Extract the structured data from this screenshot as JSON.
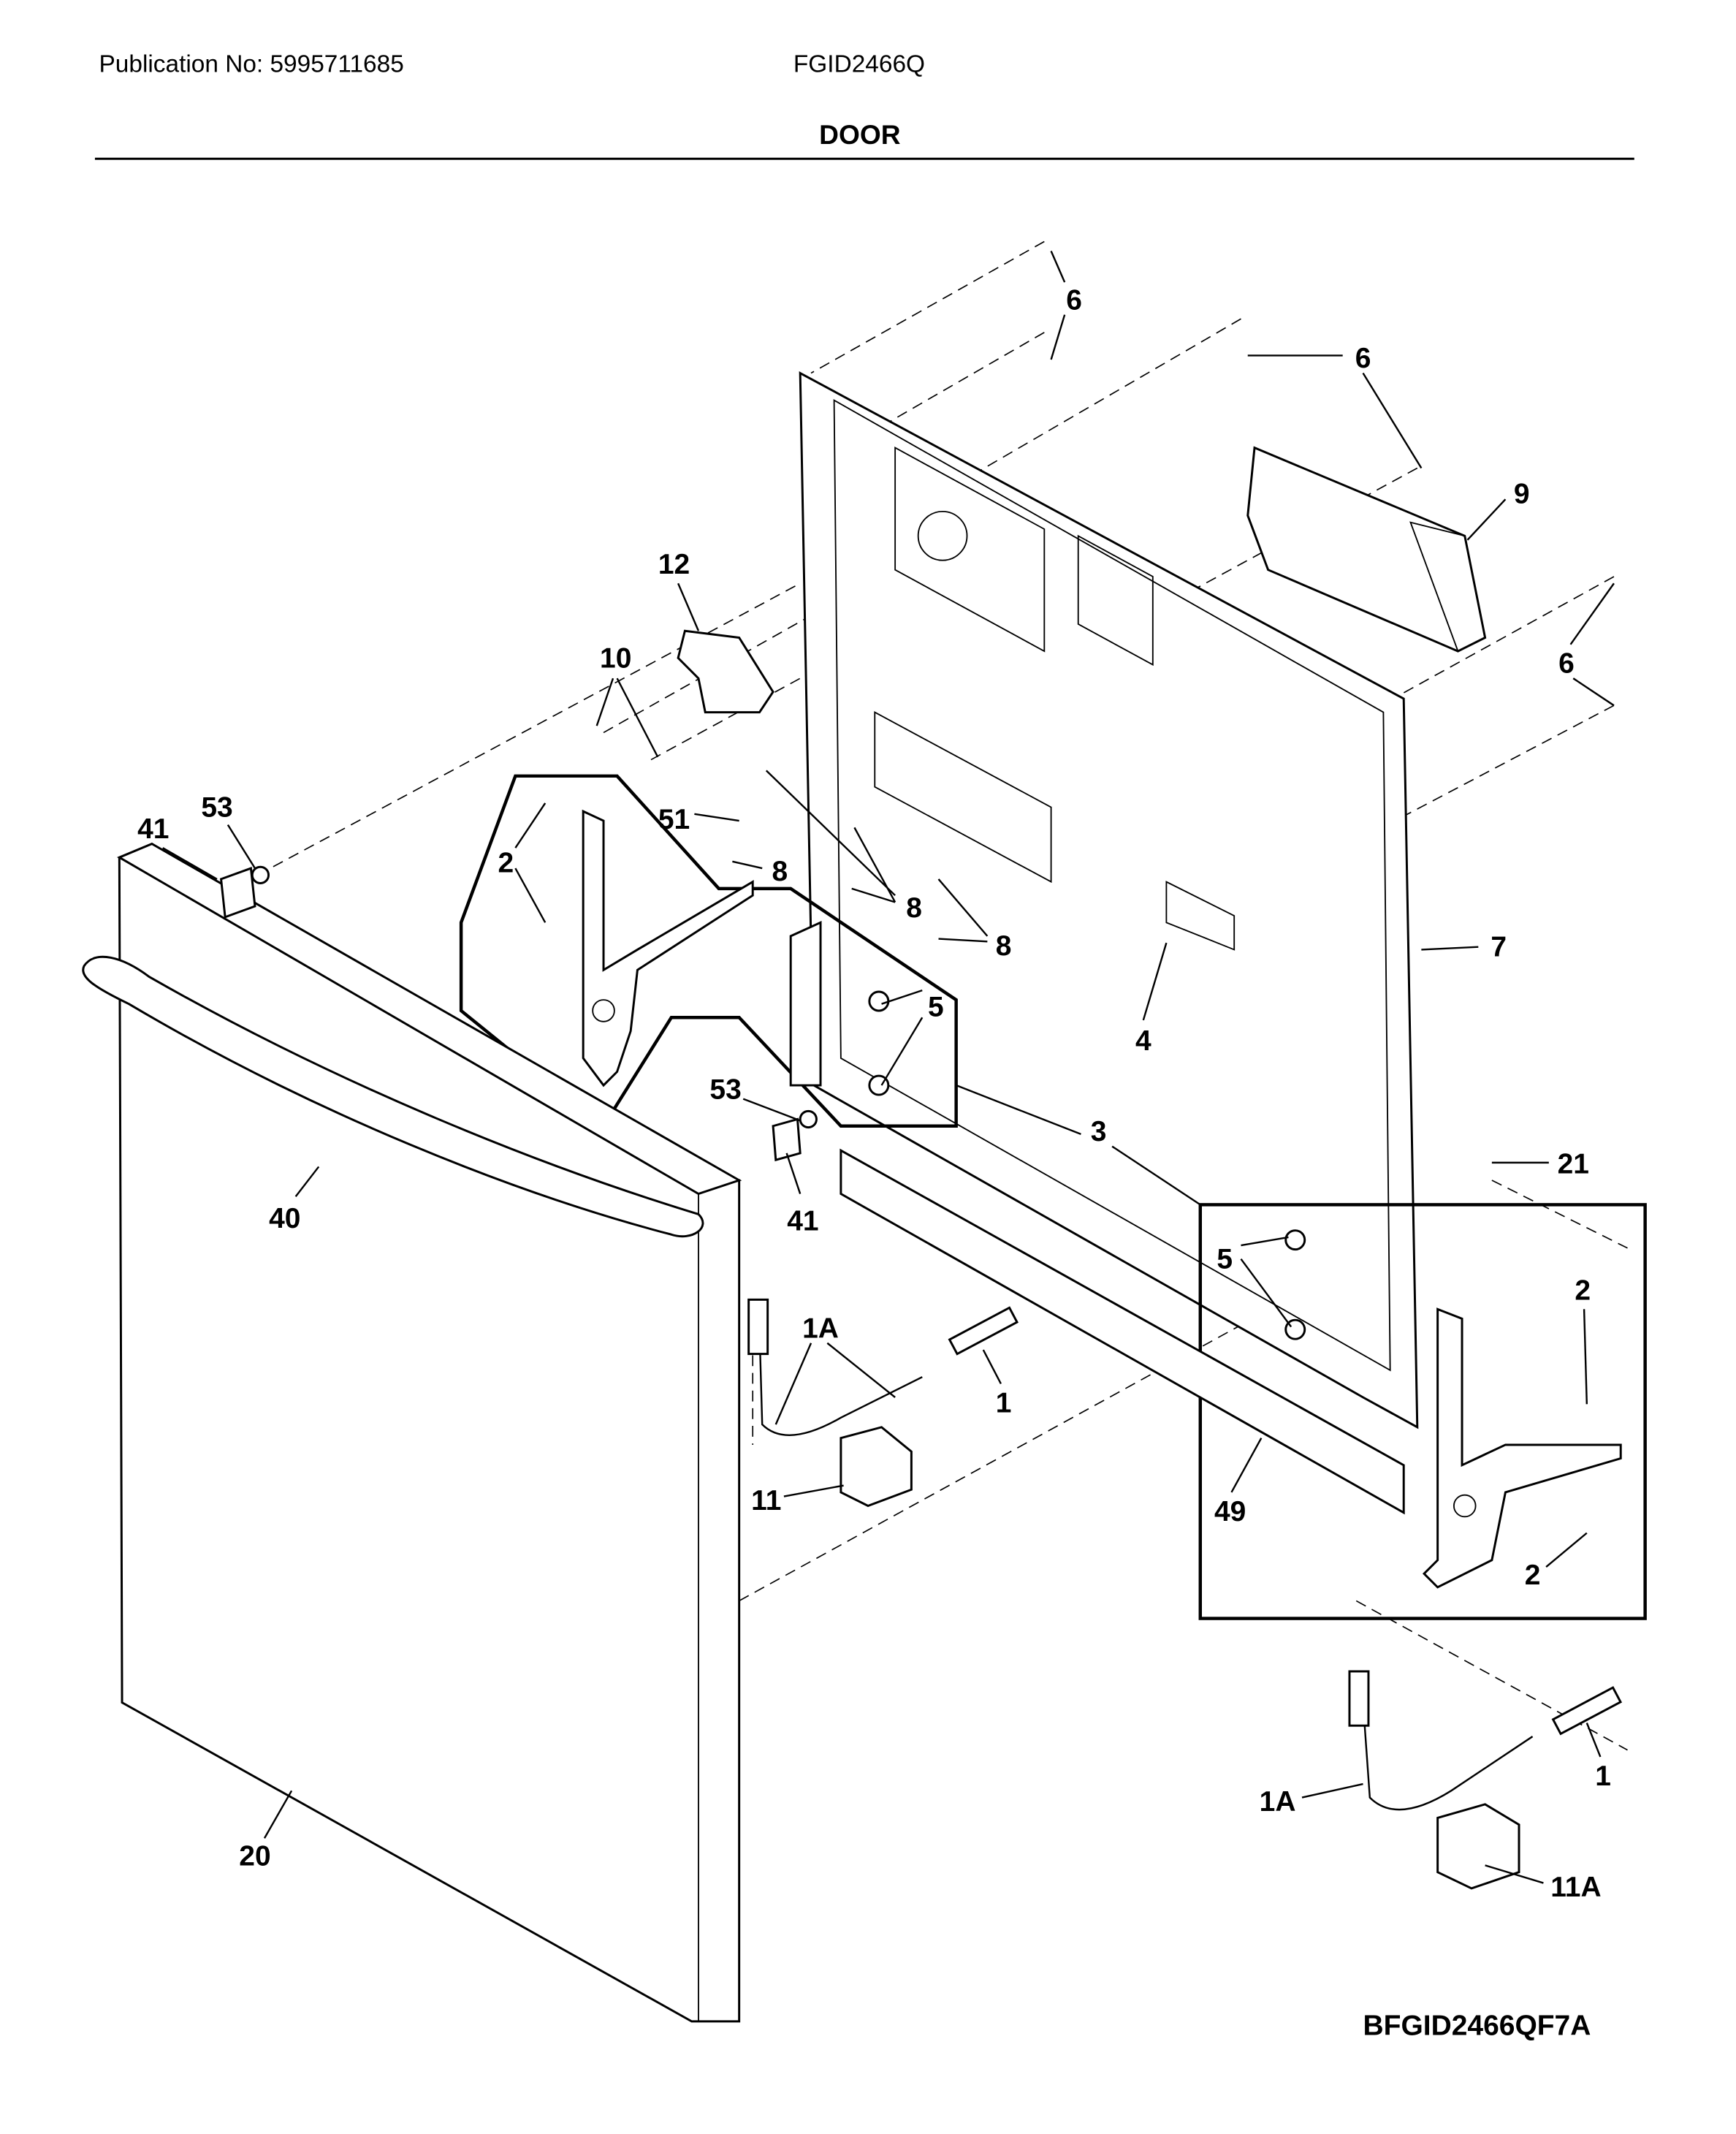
{
  "header": {
    "publication": "Publication No: 5995711685",
    "model": "FGID2466Q",
    "section_title": "DOOR"
  },
  "diagram_code": "BFGID2466QF7A",
  "callouts": [
    "6",
    "6",
    "9",
    "6",
    "12",
    "10",
    "53",
    "41",
    "2",
    "51",
    "8",
    "8",
    "8",
    "7",
    "4",
    "5",
    "53",
    "3",
    "21",
    "40",
    "41",
    "5",
    "2",
    "1A",
    "1",
    "11",
    "49",
    "2",
    "20",
    "1A",
    "1",
    "11A"
  ]
}
